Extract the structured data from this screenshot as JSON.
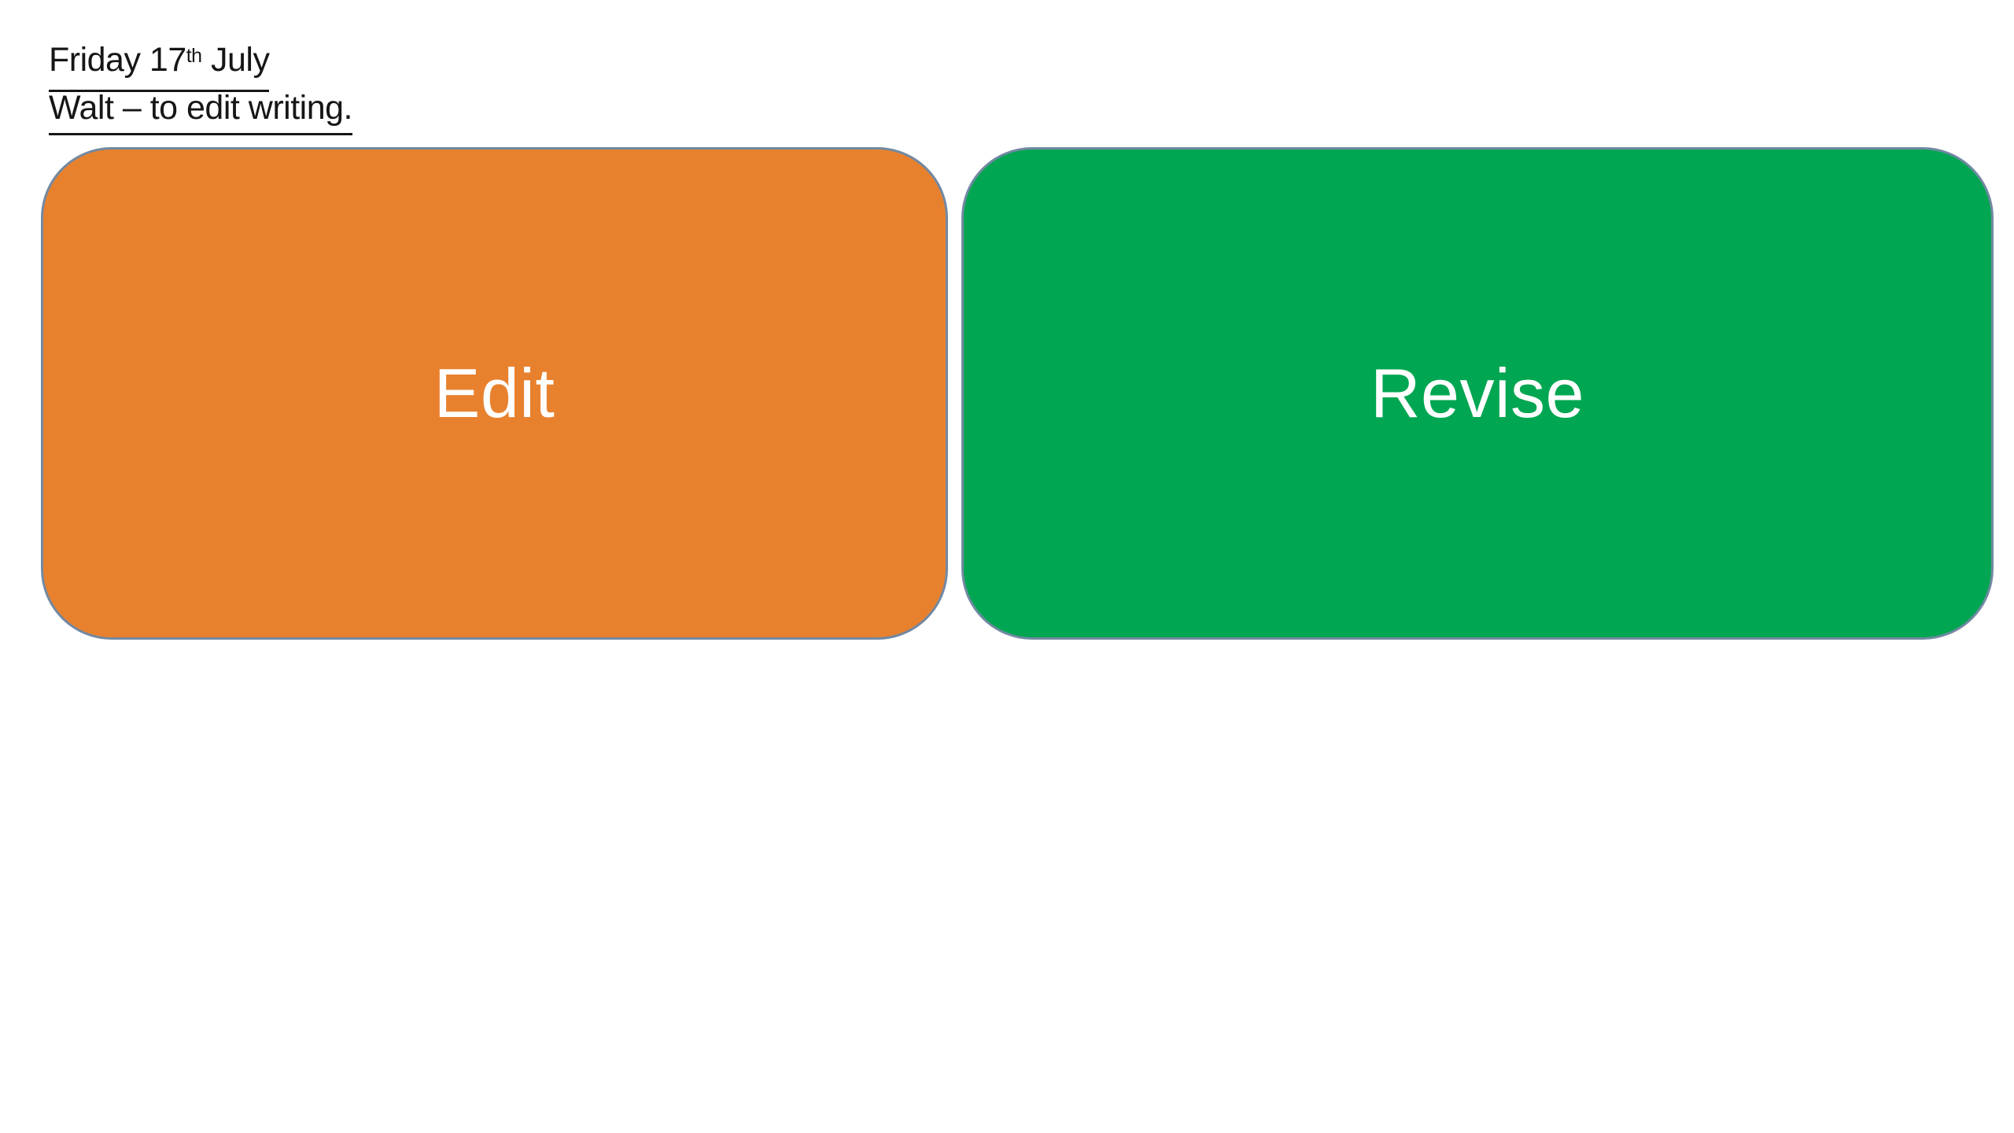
{
  "slide": {
    "background": "#ffffff",
    "title": {
      "line1_prefix": "Friday 17",
      "line1_superscript": "th",
      "line1_suffix": " July",
      "line2": "Walt – to edit writing.",
      "text_color": "#161616"
    },
    "cards": {
      "edit": {
        "label": "Edit",
        "fill": "#e8812e"
      },
      "revise": {
        "label": "Revise",
        "fill": "#00a651"
      },
      "border_color": "#7289a2",
      "label_color": "#ffffff"
    }
  }
}
